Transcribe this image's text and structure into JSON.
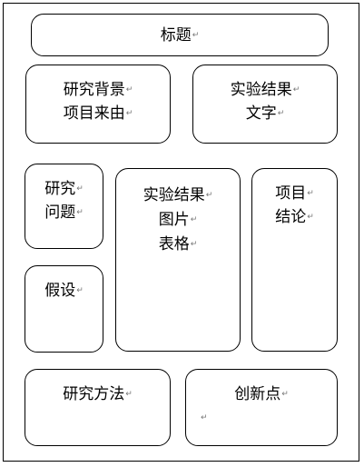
{
  "layout": {
    "title_box": {
      "lines": [
        "标题"
      ]
    },
    "background_box": {
      "lines": [
        "研究背景",
        "项目来由"
      ]
    },
    "results_text_box": {
      "lines": [
        "实验结果",
        "文字"
      ]
    },
    "question_box": {
      "lines": [
        "研究",
        "问题"
      ]
    },
    "results_media_box": {
      "lines": [
        "实验结果",
        "图片",
        "表格"
      ]
    },
    "conclusion_box": {
      "lines": [
        "项目",
        "结论"
      ]
    },
    "hypothesis_box": {
      "lines": [
        "假设"
      ]
    },
    "method_box": {
      "lines": [
        "研究方法"
      ]
    },
    "innovation_box": {
      "lines": [
        "创新点"
      ]
    }
  },
  "paragraph_mark": "↵"
}
